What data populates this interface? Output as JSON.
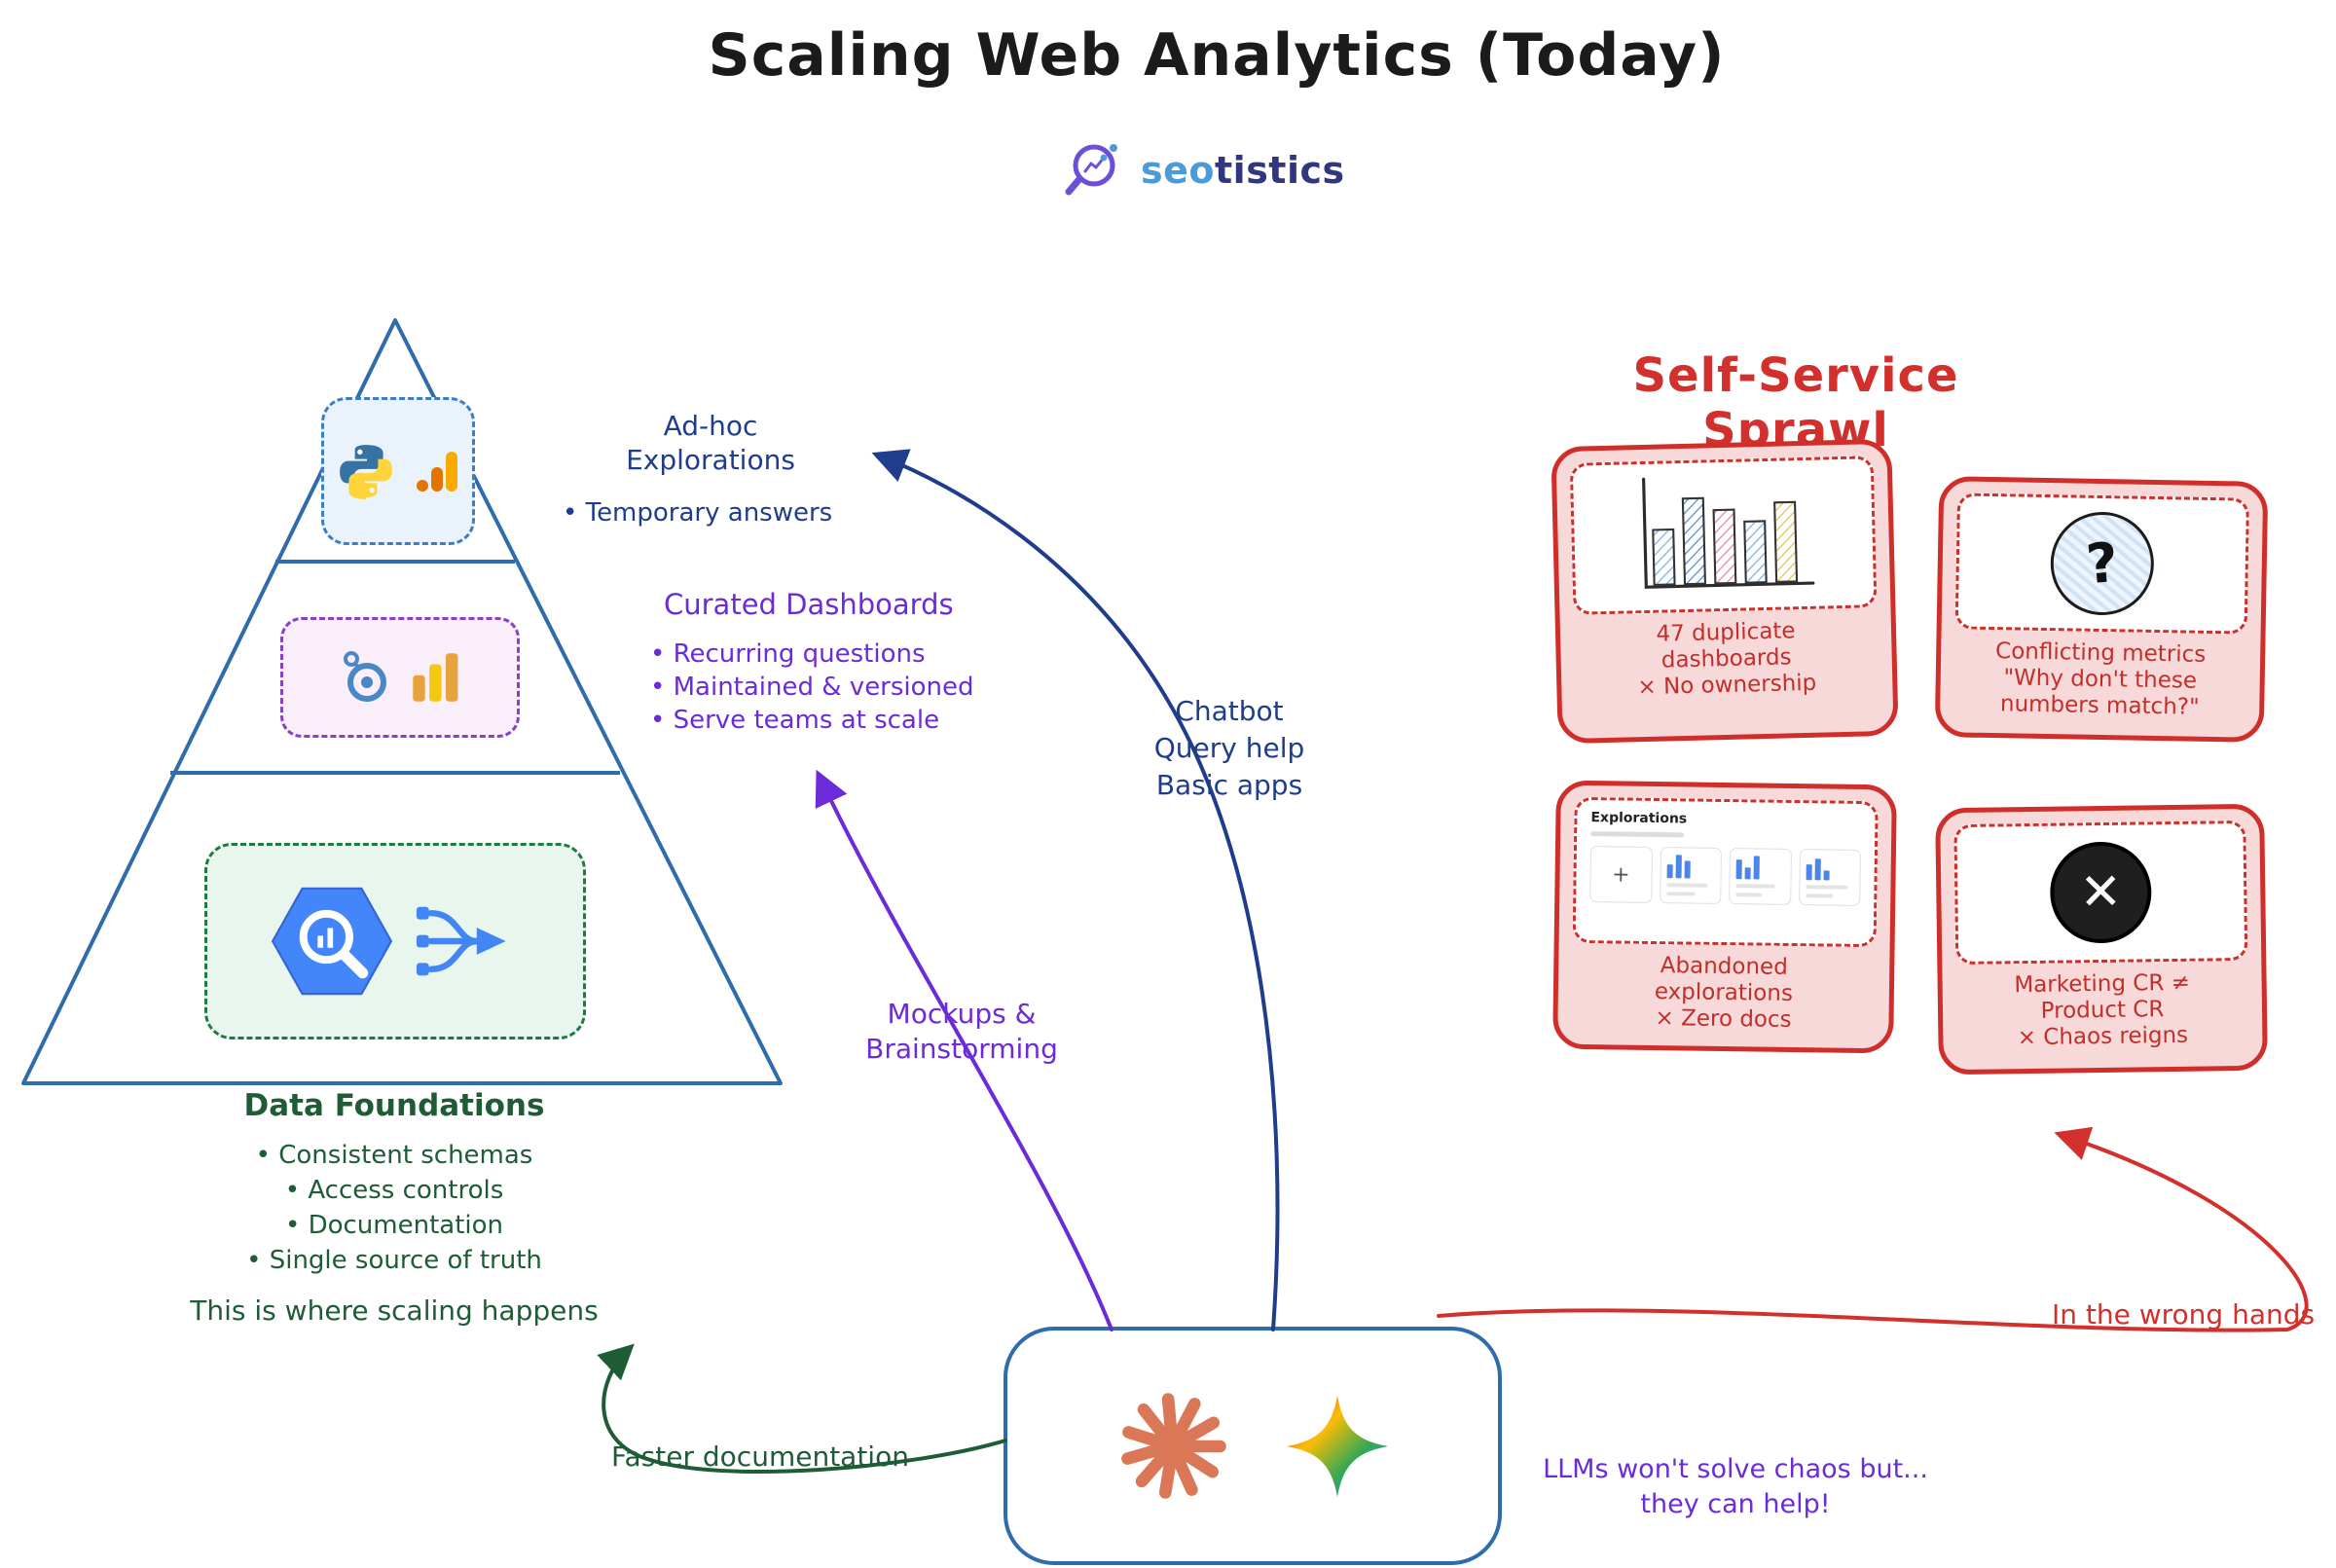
{
  "title": "Scaling Web Analytics (Today)",
  "logo": {
    "brand_light": "seo",
    "brand_dark": "tistics"
  },
  "colors": {
    "pyramid_blue": "#2e6cab",
    "annotation_blue": "#1f3d8c",
    "annotation_purple": "#6c2bd9",
    "annotation_green": "#1d5c35",
    "sprawl_red": "#d2302c",
    "claude_coral": "#d97757"
  },
  "pyramid": {
    "caption": "Data Foundations",
    "bullets": [
      "• Consistent schemas",
      "• Access controls",
      "• Documentation",
      "• Single source of truth"
    ],
    "footnote": "This is where scaling happens"
  },
  "annotations": {
    "adhoc_title": [
      "Ad-hoc",
      "Explorations"
    ],
    "adhoc_bullet": "• Temporary answers",
    "curated_title": "Curated Dashboards",
    "curated_bullets": [
      "• Recurring questions",
      "• Maintained & versioned",
      "• Serve teams at scale"
    ],
    "chatbot_lines": [
      "Chatbot",
      "Query help",
      "Basic apps"
    ],
    "mockups_lines": [
      "Mockups &",
      "Brainstorming"
    ]
  },
  "sprawl": {
    "heading": "Self-Service Sprawl",
    "cards": [
      {
        "caption": [
          "47 duplicate",
          "dashboards",
          "× No ownership"
        ]
      },
      {
        "glyph": "?",
        "caption": [
          "Conflicting metrics",
          "\"Why don't these",
          "numbers match?\""
        ]
      },
      {
        "screenshot_title": "Explorations",
        "plus": "+",
        "caption": [
          "Abandoned",
          "explorations",
          "× Zero docs"
        ]
      },
      {
        "glyph": "✕",
        "caption": [
          "Marketing CR ≠",
          "Product CR",
          "× Chaos reigns"
        ]
      }
    ]
  },
  "llm": {
    "note_lines": [
      "LLMs won't solve chaos but...",
      "they can help!"
    ],
    "faster_doc_label": "Faster documentation",
    "wrong_hands_label": "In the wrong hands"
  }
}
